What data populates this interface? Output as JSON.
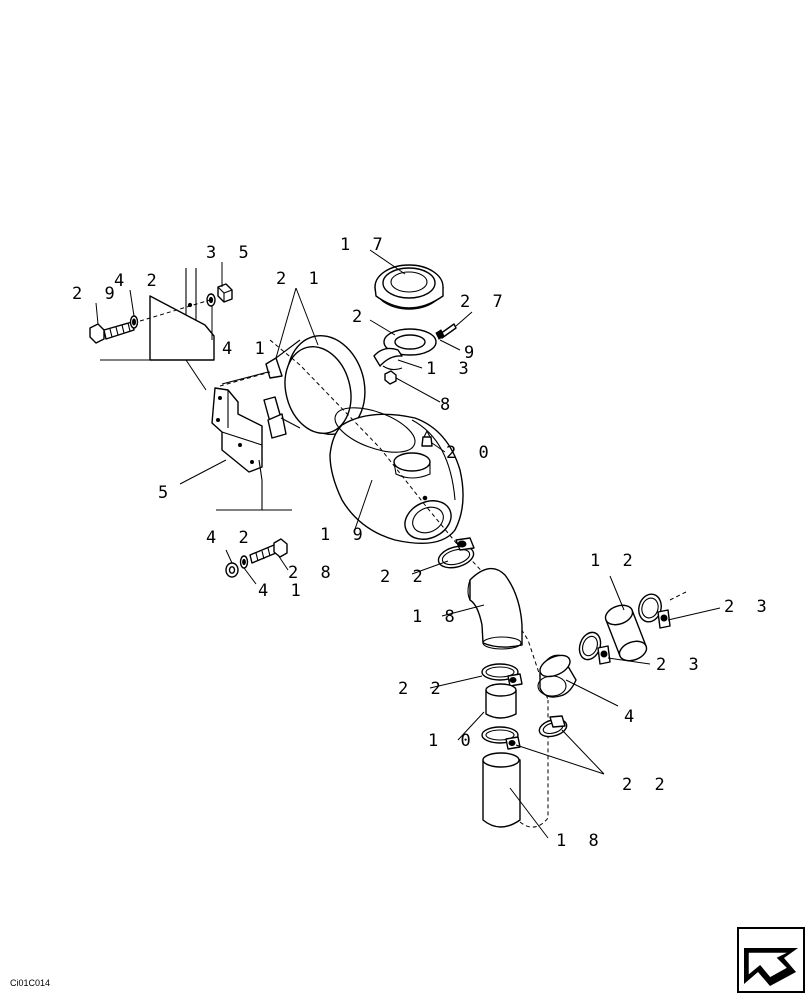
{
  "diagram": {
    "labels": {
      "l35": "3 5",
      "l29": "2 9",
      "l42a": "4 2",
      "l41a": "4 1",
      "l21": "2 1",
      "l17": "1 7",
      "l2": "2",
      "l27": "2 7",
      "l9": "9",
      "l13": "1 3",
      "l8": "8",
      "l20": "2 0",
      "l5": "5",
      "l19": "1 9",
      "l42b": "4 2",
      "l28": "2 8",
      "l41b": "4 1",
      "l22a": "2 2",
      "l12": "1 2",
      "l23a": "2 3",
      "l18a": "1 8",
      "l23b": "2 3",
      "l22b": "2 2",
      "l4": "4",
      "l10": "1 0",
      "l22c": "2 2",
      "l18b": "1 8"
    },
    "drawing_code": "Ci01C014"
  }
}
